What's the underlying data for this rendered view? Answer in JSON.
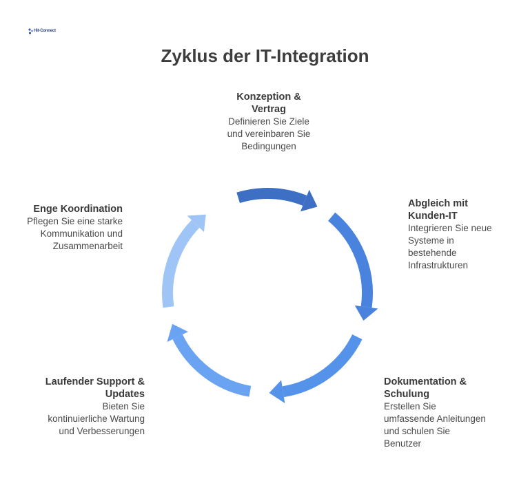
{
  "logo": {
    "text": "Hit-Connect"
  },
  "title": "Zyklus der IT-Integration",
  "steps": [
    {
      "heading": "Konzeption & Vertrag",
      "description": "Definieren Sie Ziele und vereinbaren Sie Bedingungen"
    },
    {
      "heading": "Abgleich mit Kunden-IT",
      "description": "Integrieren Sie neue Systeme in bestehende Infrastrukturen"
    },
    {
      "heading": "Dokumentation & Schulung",
      "description": "Erstellen Sie umfassende Anleitungen und schulen Sie Benutzer"
    },
    {
      "heading": "Laufender Support & Updates",
      "description": "Bieten Sie kontinuierliche Wartung und Verbesserungen"
    },
    {
      "heading": "Enge Koordination",
      "description": "Pflegen Sie eine starke Kommunikation und Zusammenarbeit"
    }
  ],
  "colors": {
    "arrow_1": "#3d6fc4",
    "arrow_2": "#4a83dd",
    "arrow_3": "#5592ea",
    "arrow_4": "#6aa3f2",
    "arrow_5": "#9fc5f7"
  }
}
